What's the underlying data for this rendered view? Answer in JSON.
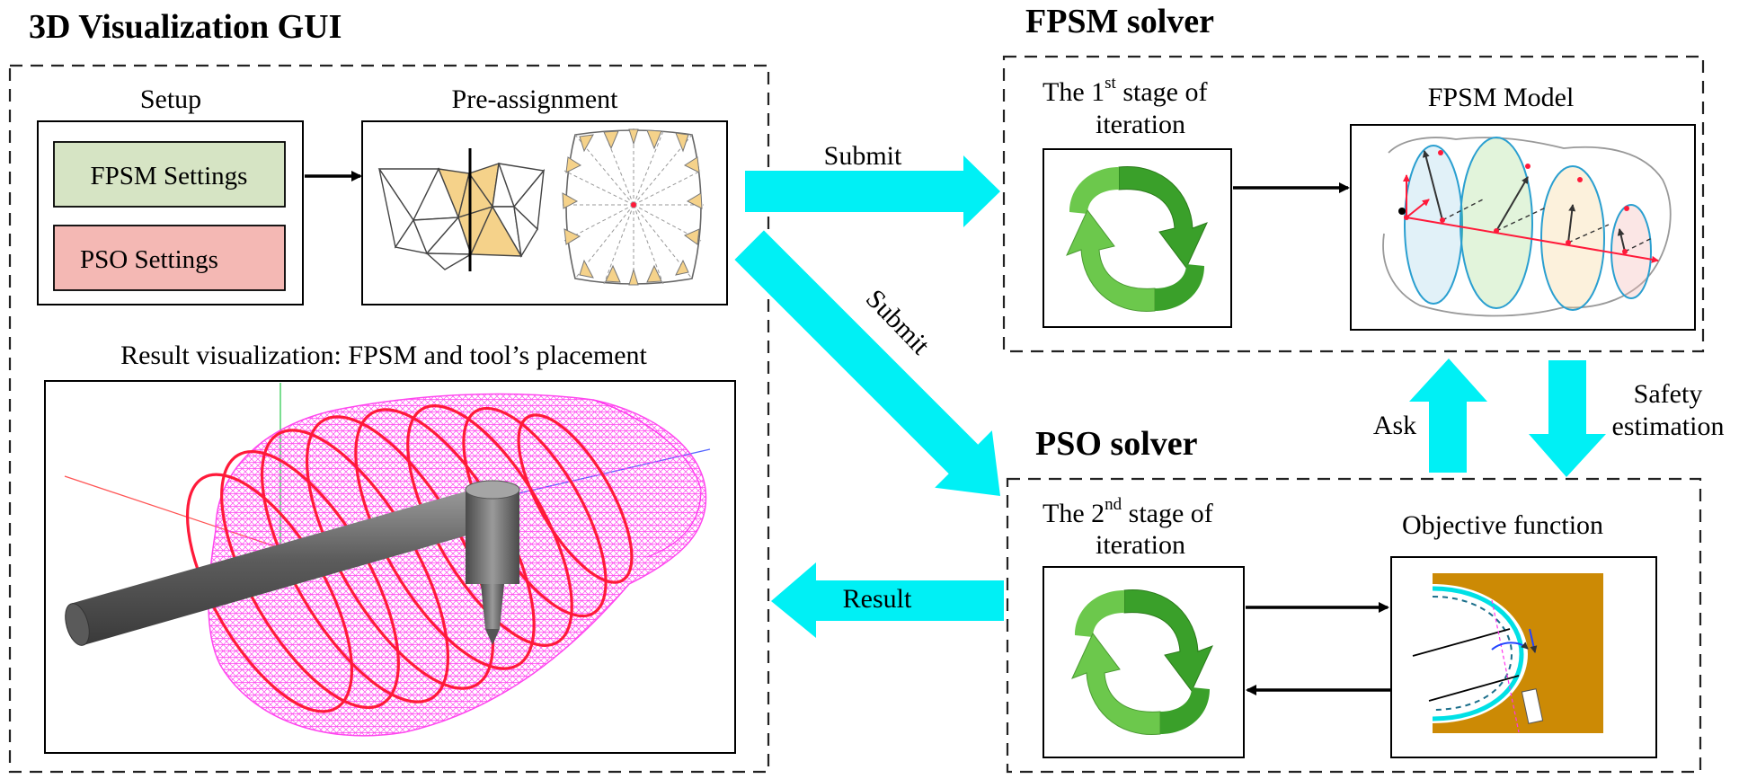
{
  "colors": {
    "arrow_cyan": "#00f0f5",
    "arrow_black": "#000000",
    "fpsm_settings_fill": "#d6e4c4",
    "pso_settings_fill": "#f4b8b4",
    "mesh_magenta": "#ff33ee",
    "ring_red": "#ff1a3a",
    "tool_gray": "#707070",
    "cycle_green_light": "#6cc84c",
    "cycle_green_dark": "#3aa02a",
    "triangle_fill": "#f5d28a",
    "objective_bg": "#cc8a05",
    "fpsm_ellipse_blue": "#2a9fd0"
  },
  "gui": {
    "title": "3D Visualization GUI",
    "setup": {
      "title": "Setup",
      "fpsm_settings_label": "FPSM Settings",
      "pso_settings_label": "PSO Settings"
    },
    "preassign": {
      "title": "Pre-assignment"
    },
    "result": {
      "title": "Result visualization: FPSM and tool’s placement"
    }
  },
  "fpsm_solver": {
    "title": "FPSM solver",
    "stage": {
      "line1_prefix": "The 1",
      "sup": "st",
      "line1_suffix": " stage of",
      "line2": "iteration"
    },
    "model_title": "FPSM Model"
  },
  "pso_solver": {
    "title": "PSO solver",
    "stage": {
      "line1_prefix": "The 2",
      "sup": "nd",
      "line1_suffix": " stage of",
      "line2": "iteration"
    },
    "objective_title": "Objective function"
  },
  "connections": {
    "submit_top": "Submit",
    "submit_diag": "Submit",
    "result": "Result",
    "ask": "Ask",
    "safety_line1": "Safety",
    "safety_line2": "estimation"
  }
}
